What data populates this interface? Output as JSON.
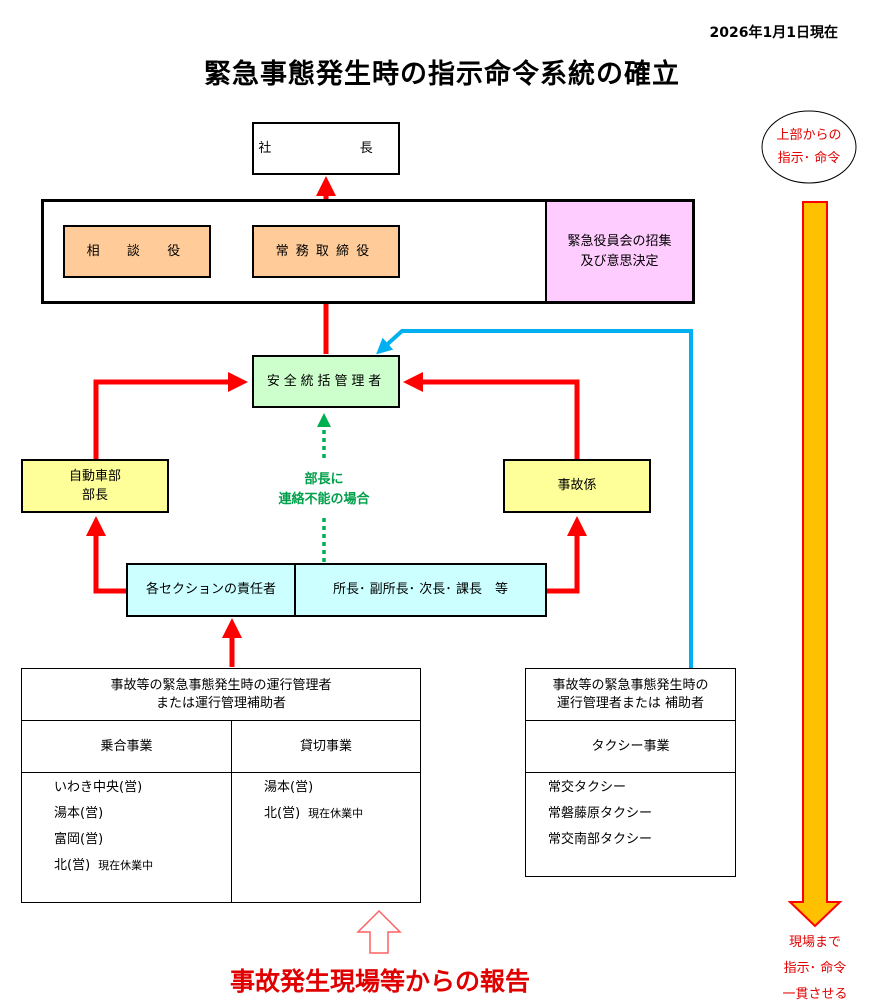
{
  "header": {
    "date": "2026年1月1日現在",
    "title": "緊急事態発生時の指示命令系統の確立"
  },
  "nodes": {
    "president": "社　　長",
    "advisor": "相　談　役",
    "managing_director": "常務取締役",
    "emergency_meeting_line1": "緊急役員会の招集",
    "emergency_meeting_line2": "及び意思決定",
    "safety_manager": "安全統括管理者",
    "auto_dept_line1": "自動車部",
    "auto_dept_line2": "部長",
    "accident_clerk": "事故係",
    "section_heads": "各セクションの責任者",
    "section_roles": "所長･ 副所長･ 次長･ 課長　等"
  },
  "fallback_note": {
    "line1": "部長に",
    "line2": "連絡不能の場合"
  },
  "bus_panel": {
    "header_line1": "事故等の緊急事態発生時の運行管理者",
    "header_line2": "または運行管理補助者",
    "columns": [
      {
        "title": "乗合事業",
        "items": [
          {
            "name": "いわき中央(営)",
            "note": ""
          },
          {
            "name": "湯本(営)",
            "note": ""
          },
          {
            "name": "富岡(営)",
            "note": ""
          },
          {
            "name": "北(営)",
            "note": "現在休業中"
          }
        ]
      },
      {
        "title": "貸切事業",
        "items": [
          {
            "name": "湯本(営)",
            "note": ""
          },
          {
            "name": "北(営)",
            "note": "現在休業中"
          }
        ]
      }
    ]
  },
  "taxi_panel": {
    "header_line1": "事故等の緊急事態発生時の",
    "header_line2": "運行管理者または 補助者",
    "title": "タクシー事業",
    "items": [
      "常交タクシー",
      "常磐藤原タクシー",
      "常交南部タクシー"
    ]
  },
  "side": {
    "ellipse_line1": "上部からの",
    "ellipse_line2": "指示･ 命令",
    "bottom_line1": "現場まで",
    "bottom_line2": "指示･ 命令",
    "bottom_line3": "一貫させる"
  },
  "footer": {
    "report_label": "事故発生現場等からの報告"
  },
  "colors": {
    "red_arrow": "#ff0000",
    "blue_line": "#00b0f0",
    "green_dotted": "#00b050",
    "orange_box": "#ffcc99",
    "pink_box": "#ffccff",
    "green_box": "#ccffcc",
    "yellow_box": "#ffff99",
    "cyan_box": "#ccffff",
    "side_arrow": "#ffc000"
  }
}
